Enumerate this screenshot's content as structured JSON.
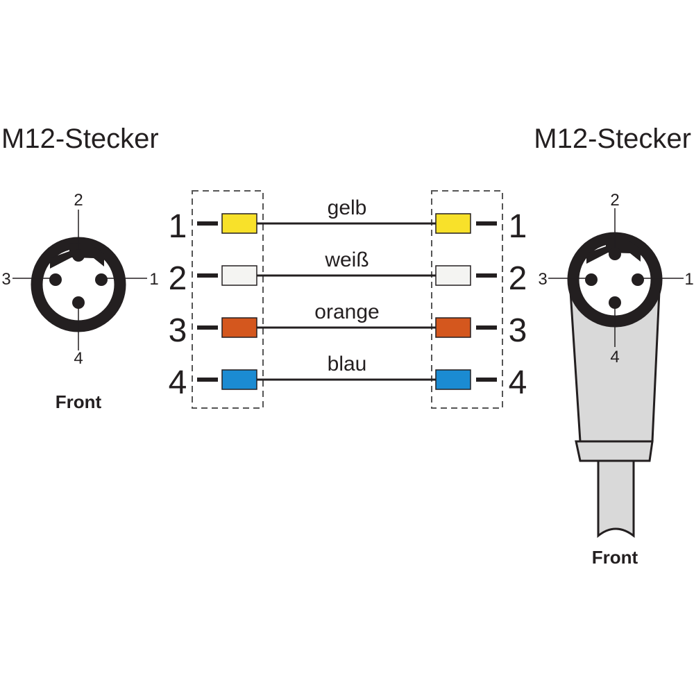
{
  "left_connector": {
    "title": "M12-Stecker",
    "caption": "Front",
    "pins": [
      "1",
      "2",
      "3",
      "4"
    ]
  },
  "right_connector": {
    "title": "M12-Stecker",
    "caption": "Front",
    "pins": [
      "1",
      "2",
      "3",
      "4"
    ]
  },
  "wires": [
    {
      "pin": "1",
      "label": "gelb",
      "color": "#f8e12a"
    },
    {
      "pin": "2",
      "label": "weiß",
      "color": "#f4f4f2"
    },
    {
      "pin": "3",
      "label": "orange",
      "color": "#d4571e"
    },
    {
      "pin": "4",
      "label": "blau",
      "color": "#1b8bd2"
    }
  ],
  "colors": {
    "line": "#231f20",
    "housing_grey": "#d9d9d9",
    "dash": "#555555"
  }
}
